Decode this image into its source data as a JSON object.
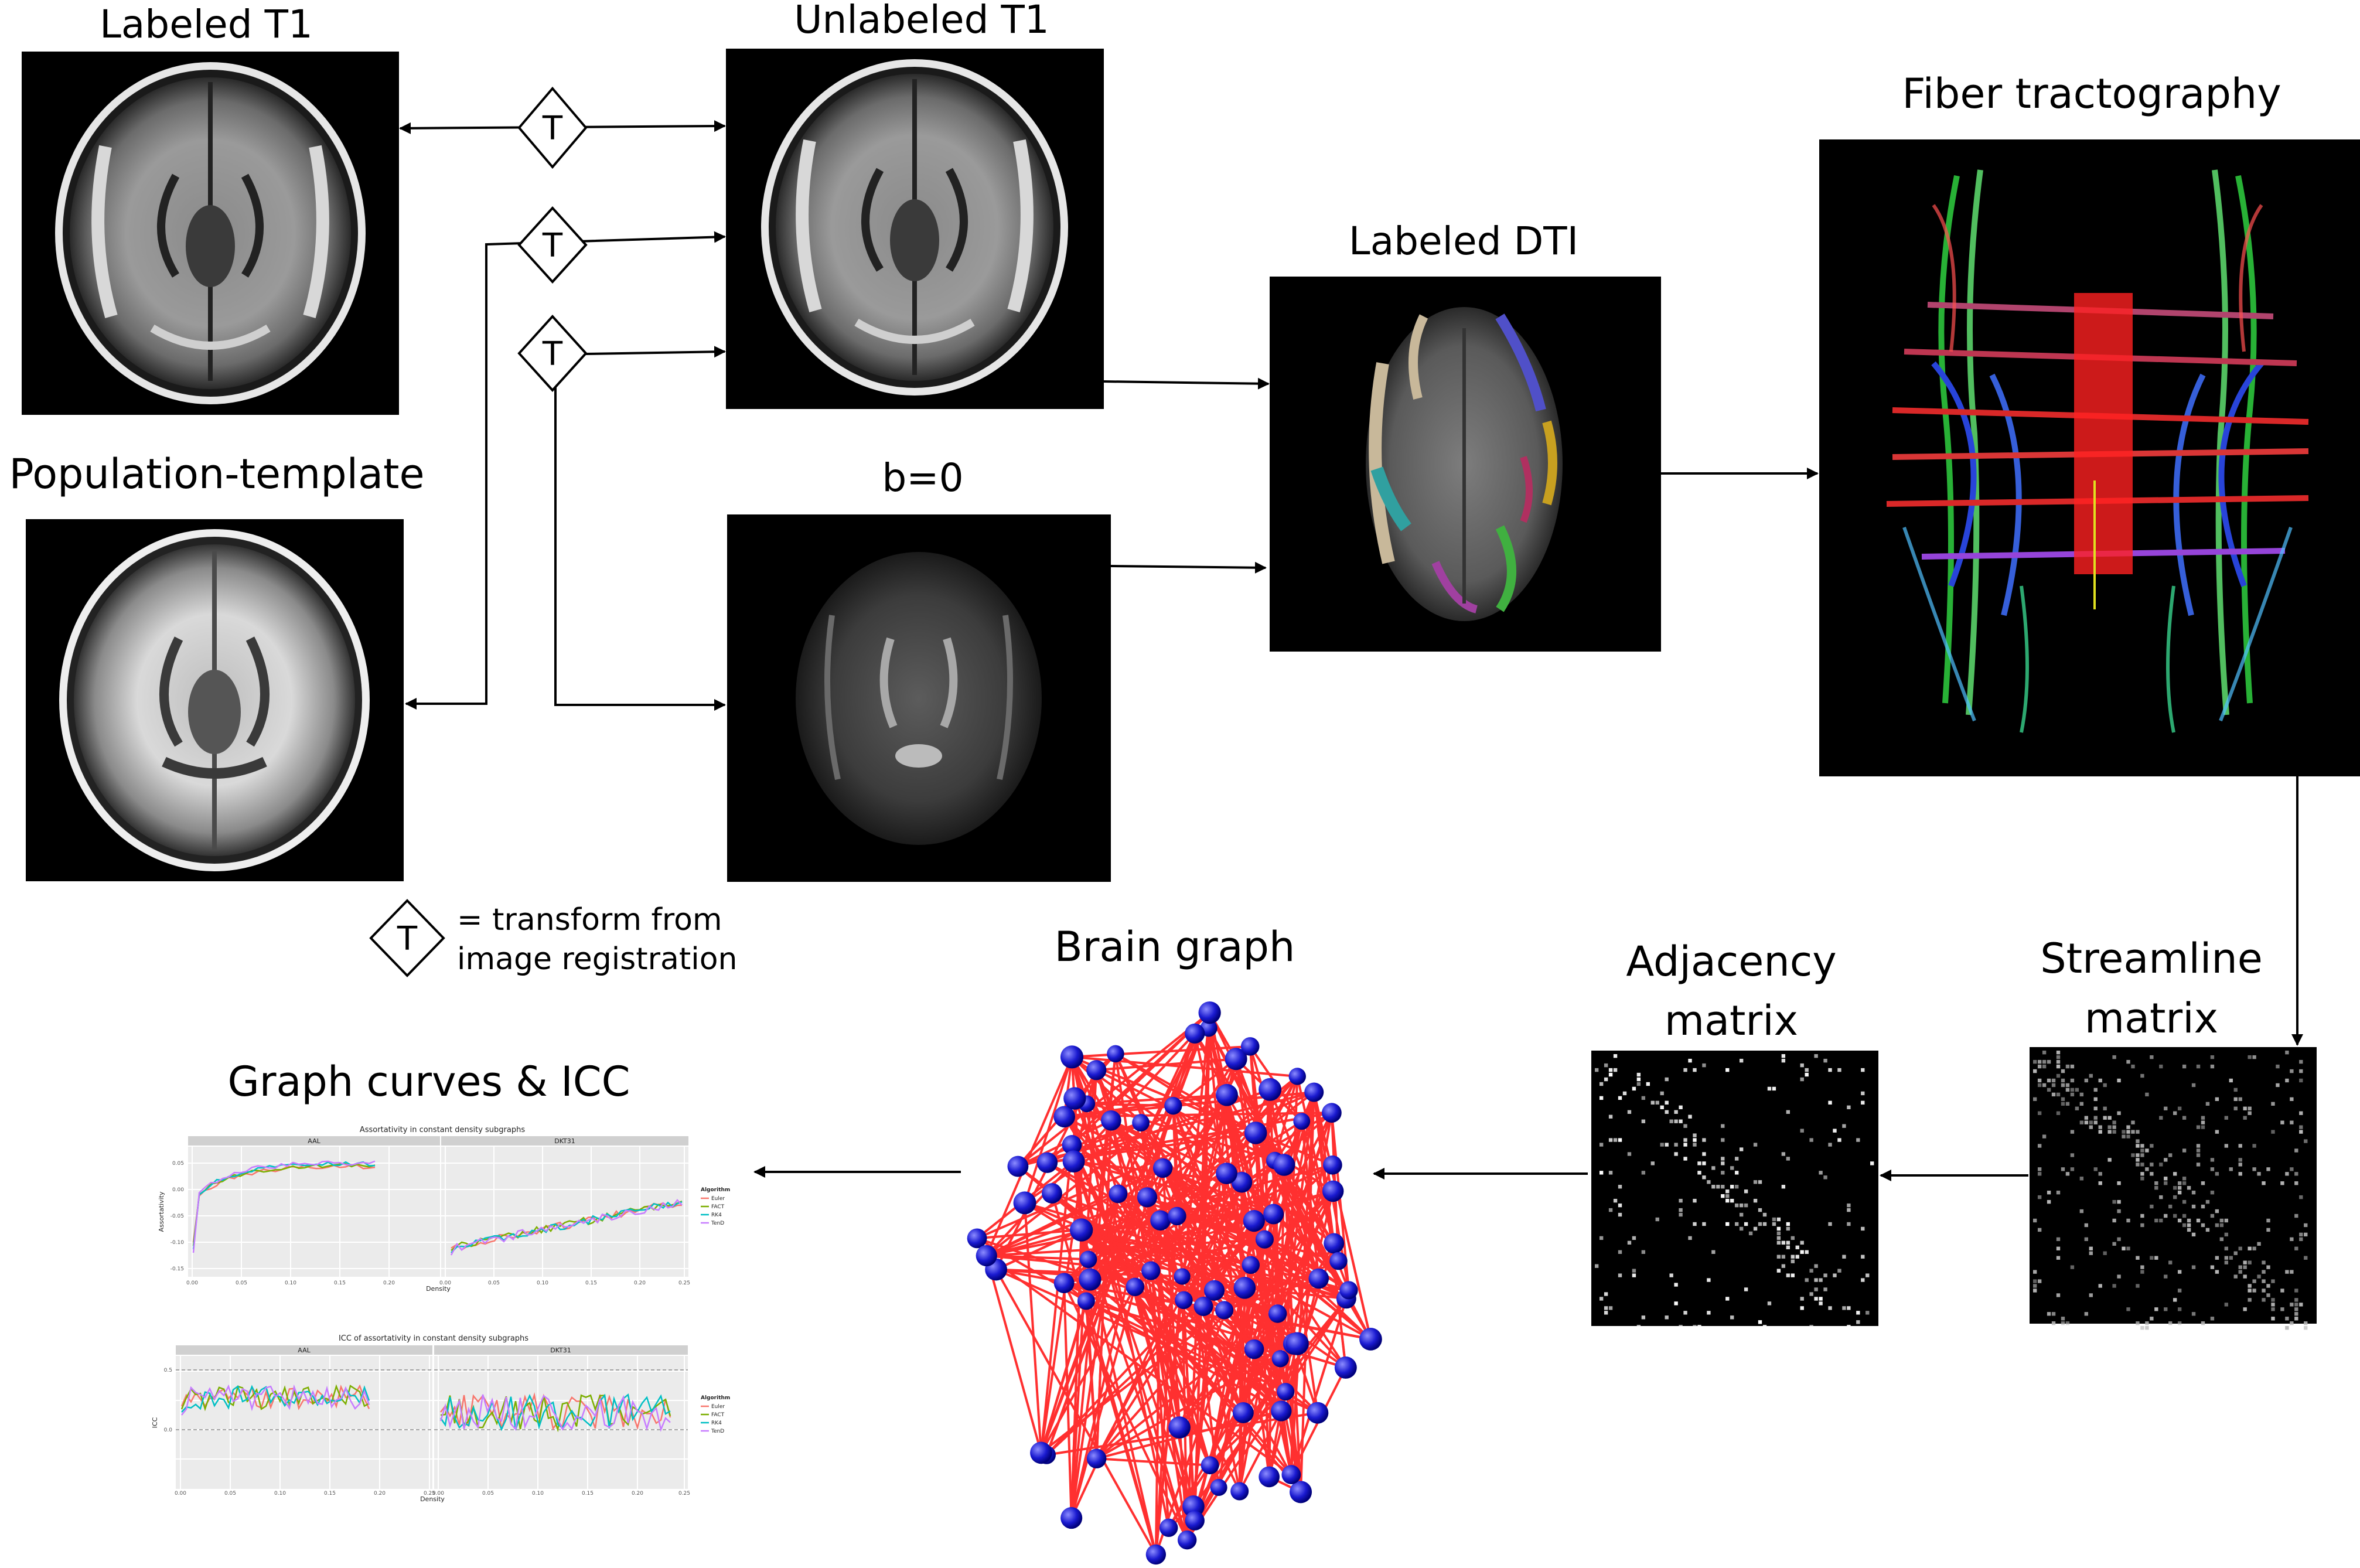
{
  "panels": {
    "labeled_t1": "Labeled T1",
    "unlabeled_t1": "Unlabeled T1",
    "population_template": "Population-template",
    "b0": "b=0",
    "labeled_dti": "Labeled DTI",
    "fiber_tractography": "Fiber tractography",
    "streamline_matrix": [
      "Streamline",
      "matrix"
    ],
    "adjacency_matrix": [
      "Adjacency",
      "matrix"
    ],
    "brain_graph": "Brain graph",
    "graph_curves": "Graph curves & ICC"
  },
  "transform_symbol": "T",
  "legend": {
    "symbol": "T",
    "line1": "= transform from",
    "line2": "image registration"
  },
  "plot1": {
    "title": "Assortativity in constant density subgraphs",
    "facets": [
      "AAL",
      "DKT31"
    ],
    "ylabel": "Assortativity",
    "xlabel": "Density",
    "yticks": [
      "0.05",
      "0.00",
      "-0.05",
      "-0.10",
      "-0.15"
    ],
    "xticks": [
      "0.00",
      "0.05",
      "0.10",
      "0.15",
      "0.20",
      "0.25"
    ],
    "legend_title": "Algorithm",
    "legend_items": [
      "Euler",
      "FACT",
      "RK4",
      "TenD"
    ],
    "colors": [
      "#f8766d",
      "#7cae00",
      "#00bfc4",
      "#c77cff"
    ]
  },
  "plot2": {
    "title": "ICC of assortativity in constant density subgraphs",
    "facets": [
      "AAL",
      "DKT31"
    ],
    "ylabel": "ICC",
    "xlabel": "Density",
    "yticks": [
      "0.5",
      "0.0"
    ],
    "xticks": [
      "0.00",
      "0.05",
      "0.10",
      "0.15",
      "0.20",
      "0.25"
    ],
    "legend_title": "Algorithm",
    "legend_items": [
      "Euler",
      "FACT",
      "RK4",
      "TenD"
    ],
    "colors": [
      "#f8766d",
      "#7cae00",
      "#00bfc4",
      "#c77cff"
    ]
  }
}
